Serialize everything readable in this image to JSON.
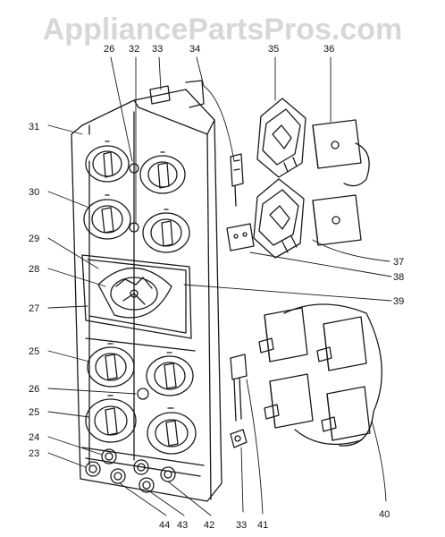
{
  "watermark": "AppliancePartsPros.com",
  "part_labels": {
    "l23": "23",
    "l24": "24",
    "l25a": "25",
    "l25b": "25",
    "l26a": "26",
    "l26b": "26",
    "l27": "27",
    "l28": "28",
    "l29": "29",
    "l30": "30",
    "l31": "31",
    "l32": "32",
    "l33a": "33",
    "l33b": "33",
    "l34": "34",
    "l35": "35",
    "l36": "36",
    "l37": "37",
    "l38": "38",
    "l39": "39",
    "l40": "40",
    "l41": "41",
    "l42": "42",
    "l43": "43",
    "l44": "44"
  },
  "colors": {
    "ink": "#1a1a1a",
    "watermark": "#d7d7d7",
    "background": "#ffffff"
  }
}
